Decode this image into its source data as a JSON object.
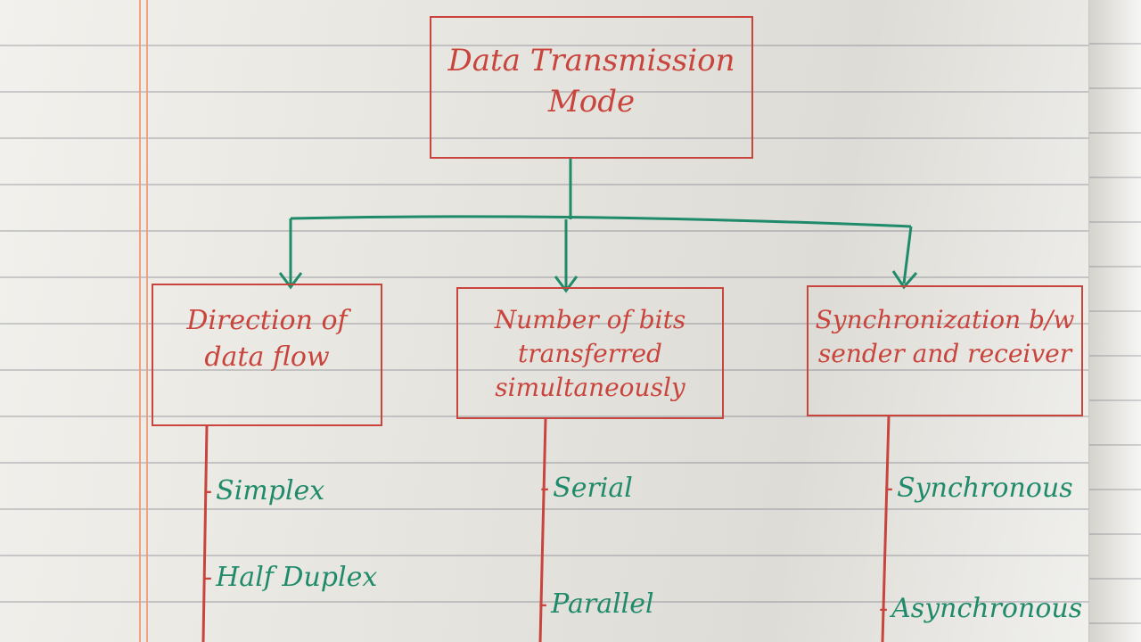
{
  "root": {
    "line1": "Data Transmission",
    "line2": "Mode"
  },
  "categories": [
    {
      "lines": [
        "Direction of",
        "data flow"
      ],
      "items": [
        "Simplex",
        "Half Duplex"
      ]
    },
    {
      "lines": [
        "Number of bits",
        "transferred",
        "simultaneously"
      ],
      "items": [
        "Serial",
        "Parallel"
      ]
    },
    {
      "lines": [
        "Synchronization b/w",
        "sender and receiver"
      ],
      "items": [
        "Synchronous",
        "Asynchronous"
      ]
    }
  ],
  "colors": {
    "box_ink": "#c9443c",
    "item_ink": "#1f8b6b",
    "arrow_ink": "#1f8b6b",
    "margin": "#ef9a7a"
  }
}
